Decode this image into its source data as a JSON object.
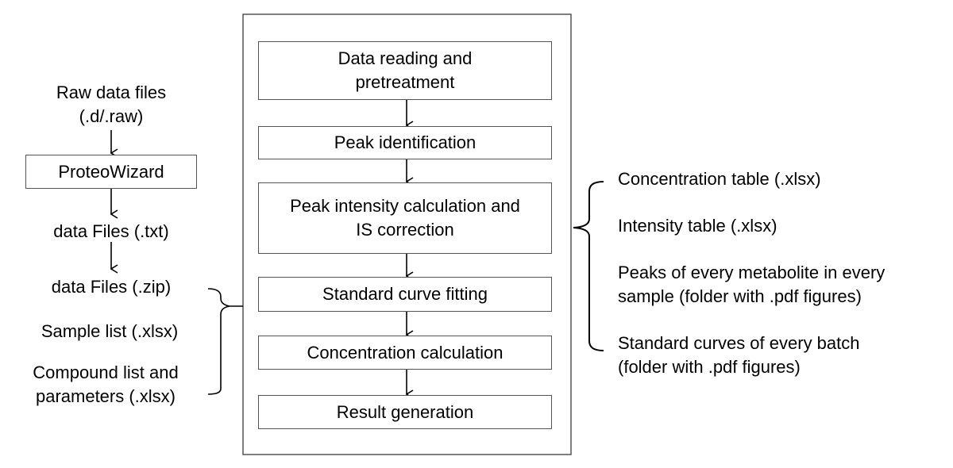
{
  "left": {
    "raw_files": [
      "Raw data files",
      "(.d/.raw)"
    ],
    "proteowizard": "ProteoWizard",
    "data_txt": "data Files (.txt)",
    "data_zip": "data Files (.zip)",
    "sample_list": "Sample list (.xlsx)",
    "compound_list": [
      "Compound list and",
      "parameters (.xlsx)"
    ]
  },
  "pipeline": {
    "steps": [
      [
        "Data reading and",
        "pretreatment"
      ],
      [
        "Peak identification"
      ],
      [
        "Peak intensity calculation and",
        "IS correction"
      ],
      [
        "Standard curve fitting"
      ],
      [
        "Concentration calculation"
      ],
      [
        "Result generation"
      ]
    ]
  },
  "outputs": {
    "concentration_table": "Concentration table (.xlsx)",
    "intensity_table": "Intensity table (.xlsx)",
    "peaks": [
      "Peaks of every metabolite in every",
      "sample (folder with .pdf figures)"
    ],
    "standard_curves": [
      "Standard curves of every batch",
      "(folder with .pdf figures)"
    ]
  }
}
